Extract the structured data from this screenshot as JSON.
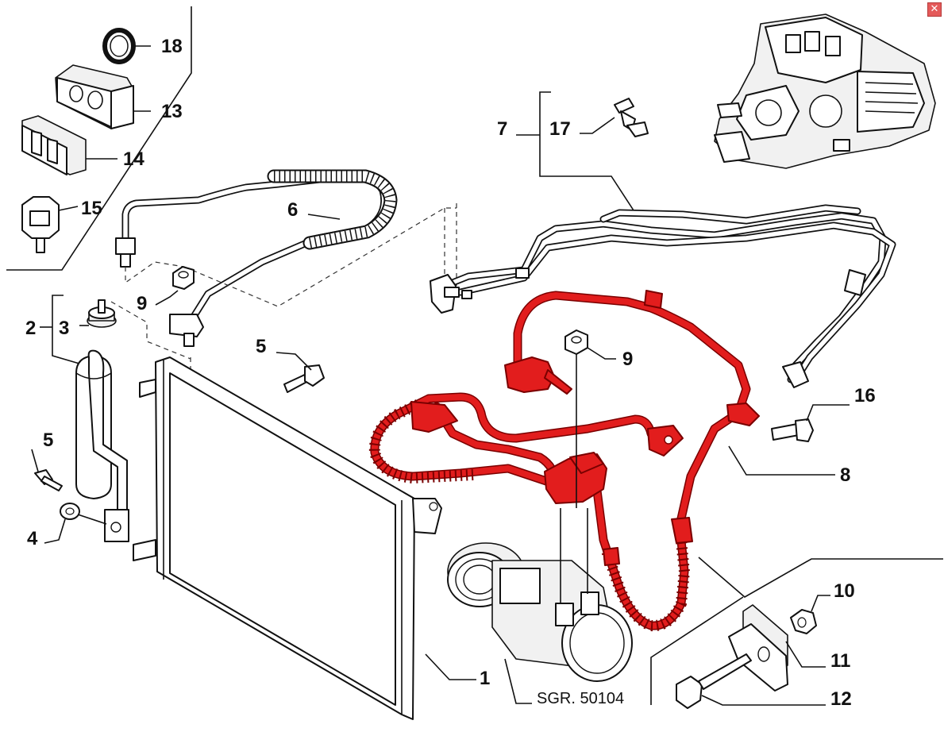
{
  "diagram": {
    "callouts": [
      {
        "id": "1",
        "text": "1"
      },
      {
        "id": "2",
        "text": "2"
      },
      {
        "id": "3",
        "text": "3"
      },
      {
        "id": "4",
        "text": "4"
      },
      {
        "id": "5a",
        "text": "5"
      },
      {
        "id": "5b",
        "text": "5"
      },
      {
        "id": "6",
        "text": "6"
      },
      {
        "id": "7",
        "text": "7"
      },
      {
        "id": "8",
        "text": "8"
      },
      {
        "id": "9a",
        "text": "9"
      },
      {
        "id": "9b",
        "text": "9"
      },
      {
        "id": "10",
        "text": "10"
      },
      {
        "id": "11",
        "text": "11"
      },
      {
        "id": "12",
        "text": "12"
      },
      {
        "id": "13",
        "text": "13"
      },
      {
        "id": "14",
        "text": "14"
      },
      {
        "id": "15",
        "text": "15"
      },
      {
        "id": "16",
        "text": "16"
      },
      {
        "id": "17",
        "text": "17"
      },
      {
        "id": "18",
        "text": "18"
      }
    ],
    "reference_label": "SGR. 50104",
    "highlight_color": "#e21d1d",
    "highlighted_part": "8"
  },
  "window": {
    "close_icon": "close-icon",
    "close_glyph": "✕"
  }
}
